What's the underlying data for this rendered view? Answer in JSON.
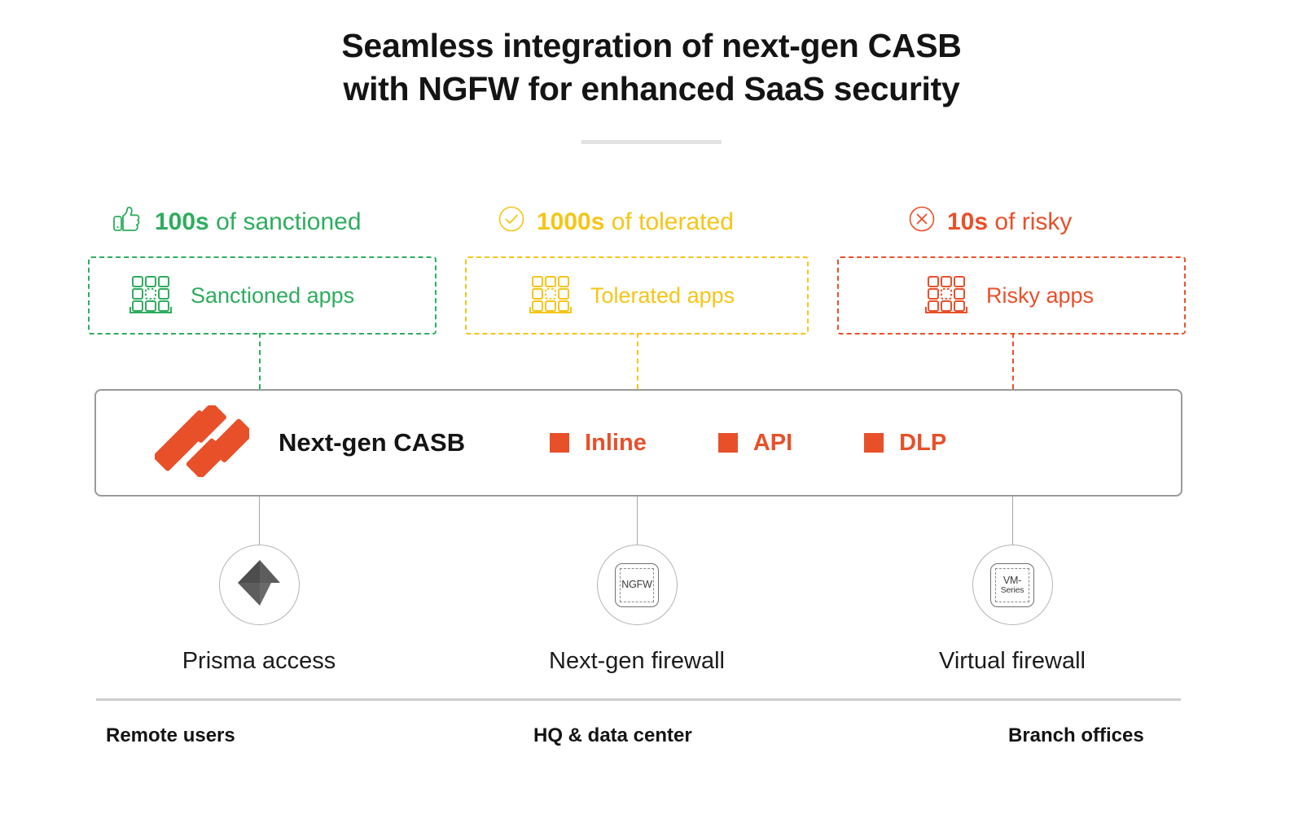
{
  "title": {
    "line1": "Seamless integration of next-gen CASB",
    "line2": "with NGFW for enhanced SaaS security"
  },
  "categories": [
    {
      "id": "sanctioned",
      "count": "100s",
      "rest": " of sanctioned",
      "head_icon": "thumbs-up-icon",
      "box_label": "Sanctioned apps",
      "box_icon": "apps-grid-icon",
      "color": "#2EAD5E"
    },
    {
      "id": "tolerated",
      "count": "1000s",
      "rest": " of tolerated",
      "head_icon": "check-circle-icon",
      "box_label": "Tolerated apps",
      "box_icon": "apps-grid-icon",
      "color": "#F5C518"
    },
    {
      "id": "risky",
      "count": "10s",
      "rest": " of risky",
      "head_icon": "x-circle-icon",
      "box_label": "Risky apps",
      "box_icon": "apps-grid-icon",
      "color": "#E8502A"
    }
  ],
  "casb": {
    "logo_icon": "palo-alto-networks-logo",
    "title": "Next-gen CASB",
    "accent": "#E8502A",
    "features": [
      {
        "label": "Inline"
      },
      {
        "label": "API"
      },
      {
        "label": "DLP"
      }
    ]
  },
  "nodes": [
    {
      "id": "prisma",
      "label": "Prisma access",
      "icon": "prisma-access-icon",
      "chip_lines": []
    },
    {
      "id": "ngfw",
      "label": "Next-gen firewall",
      "icon": "ngfw-chip-icon",
      "chip_lines": [
        "NGFW"
      ]
    },
    {
      "id": "vm",
      "label": "Virtual firewall",
      "icon": "vm-series-chip-icon",
      "chip_lines": [
        "VM-",
        "Series"
      ]
    }
  ],
  "footer": {
    "labels": [
      "Remote users",
      "HQ & data center",
      "Branch offices"
    ]
  }
}
